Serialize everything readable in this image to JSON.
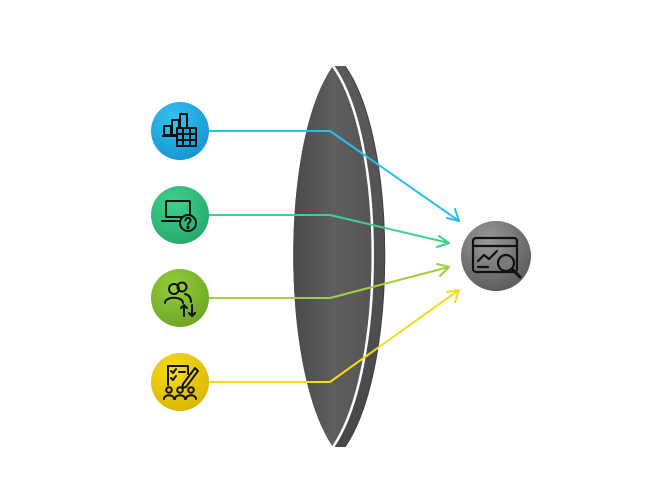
{
  "diagram": {
    "sources": [
      {
        "id": "data-analytics",
        "icon": "bar-chart-table-icon",
        "color": "#1fa5dd",
        "color_light": "#35c3f2",
        "line_color": "#28bff0"
      },
      {
        "id": "support-query",
        "icon": "laptop-question-icon",
        "color": "#2bb874",
        "color_light": "#40d18f",
        "line_color": "#3fd18a"
      },
      {
        "id": "user-exchange",
        "icon": "users-transfer-icon",
        "color": "#7ab52a",
        "color_light": "#95cf3a",
        "line_color": "#9ed13a"
      },
      {
        "id": "team-review",
        "icon": "checklist-team-icon",
        "color": "#e5c500",
        "color_light": "#f7dc1a",
        "line_color": "#f2dc1e"
      }
    ],
    "lens": {
      "color": "#5a5a5a",
      "edge_color": "#ffffff"
    },
    "target": {
      "icon": "dashboard-search-icon",
      "color": "#6d6d6d",
      "color_light": "#9a9a9a"
    }
  }
}
